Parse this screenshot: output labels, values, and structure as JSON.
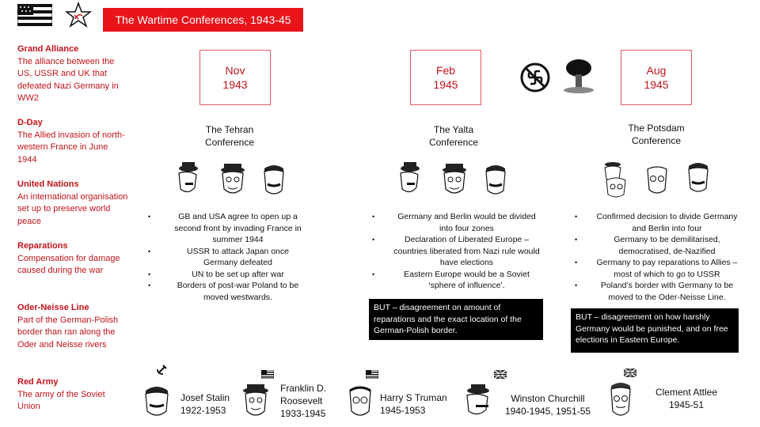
{
  "title": "The Wartime Conferences, 1943-45",
  "glossary": [
    {
      "term": "Grand Alliance",
      "definition": "The alliance between the US, USSR and UK that defeated Nazi Germany in WW2"
    },
    {
      "term": "D-Day",
      "definition": "The Allied invasion of north-western France in June 1944"
    },
    {
      "term": "United Nations",
      "definition": "An international organisation set up to preserve world peace"
    },
    {
      "term": "Reparations",
      "definition": "Compensation for damage caused during the war"
    },
    {
      "term": "Oder-Neisse Line",
      "definition": "Part of the German-Polish border than ran along the Oder and Neisse rivers"
    },
    {
      "term": "Red Army",
      "definition": "The army of the Soviet Union"
    }
  ],
  "dates": {
    "tehran": "Nov 1943",
    "yalta": "Feb 1945",
    "potsdam": "Aug 1945"
  },
  "conferences": {
    "tehran": {
      "name": "The Tehran Conference",
      "points": [
        "GB and USA agree to open up a second front by invading France in summer 1944",
        "USSR to attack Japan once Germany defeated",
        "UN to be set up after war",
        "Borders of post-war Poland to be moved westwards."
      ]
    },
    "yalta": {
      "name": "The Yalta Conference",
      "points": [
        "Germany and Berlin would be divided into four zones",
        "Declaration of Liberated Europe – countries liberated from Nazi rule would have elections",
        "Eastern Europe would be a Soviet ‘sphere of influence’."
      ],
      "disagreement": "BUT – disagreement on amount of reparations and the exact location of the German-Polish border."
    },
    "potsdam": {
      "name": "The Potsdam Conference",
      "points": [
        "Confirmed decision to divide Germany and Berlin into four",
        "Germany to be demilitarised, democratised, de-Nazified",
        "Germany to pay reparations to Allies – most of which to go to USSR",
        "Poland’s border with Germany to be moved to the Oder-Neisse Line."
      ],
      "disagreement": "BUT – disagreement on how harshly Germany would be punished, and on free elections in Eastern Europe."
    }
  },
  "leaders": [
    {
      "name": "Josef Stalin",
      "years": "1922-1953"
    },
    {
      "name": "Franklin D. Roosevelt",
      "years": "1933-1945"
    },
    {
      "name": "Harry S Truman",
      "years": "1945-1953"
    },
    {
      "name": "Winston Churchill",
      "years": "1940-1945, 1951-55"
    },
    {
      "name": "Clement Attlee",
      "years": "1945-51"
    }
  ],
  "icons": {
    "flag": "us-flag-icon",
    "star": "soviet-star-icon",
    "swastika": "crossed-swastika-icon",
    "mushroom_cloud": "atomic-bomb-icon",
    "hammer_sickle": "hammer-sickle-icon"
  },
  "colors": {
    "accent": "#e8141a",
    "term": "#c0141a",
    "box": "#000000"
  }
}
